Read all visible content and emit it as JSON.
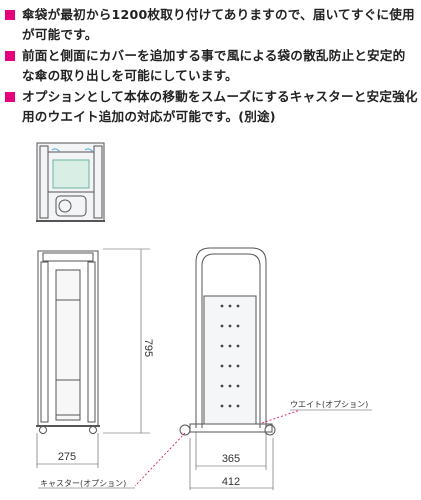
{
  "features": [
    {
      "text": "傘袋が最初から1200枚取り付けてありますので、届いてすぐに使用が可能です。"
    },
    {
      "text": "前面と側面にカバーを追加する事で風による袋の散乱防止と安定的な傘の取り出しを可能にしています。"
    },
    {
      "text": "オプションとして本体の移動をスムーズにするキャスターと安定強化用のウエイト追加の対応が可能です。(別途)"
    }
  ],
  "accent_color": "#e6007e",
  "drawing": {
    "dim_height": "795",
    "dim_side_width": "275",
    "dim_front_inner": "365",
    "dim_front_outer": "412",
    "label_weight": "ウエイト(オプション)",
    "label_caster": "キャスター(オプション)"
  }
}
